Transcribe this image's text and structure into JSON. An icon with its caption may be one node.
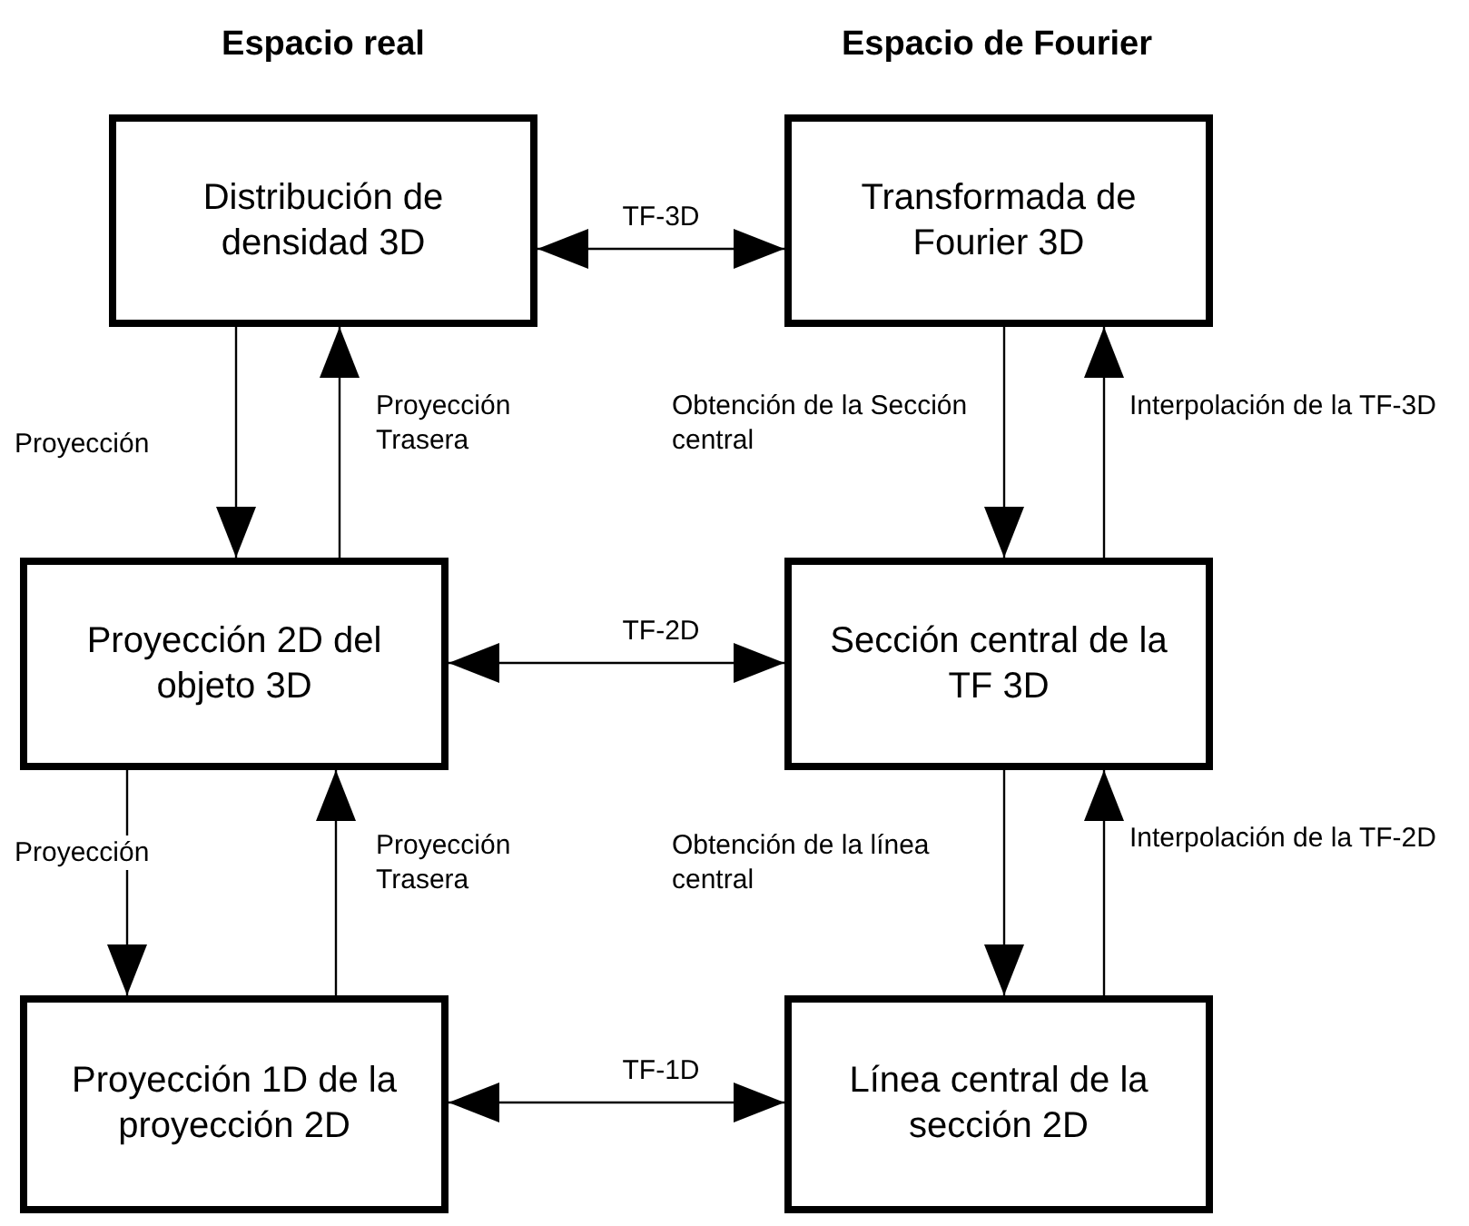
{
  "diagram": {
    "nodes": [
      {
        "text": [
          "Distribución de densidad 3D"
        ]
      },
      {
        "text": [
          "Transformada de Fourier 3D"
        ]
      },
      {
        "text": [
          "Proyección 2D del objeto 3D"
        ]
      },
      {
        "text": [
          "Sección central de la TF 3D"
        ]
      },
      {
        "text": [
          "Proyección 1D de la proyección 2D"
        ]
      },
      {
        "text": [
          "Línea central de la sección 2D"
        ]
      }
    ],
    "edges": [
      {
        "from": 0,
        "to": 1,
        "arrow": "both",
        "label": "TF-3D"
      },
      {
        "from": 0,
        "to": 2,
        "arrow": "to",
        "label": "Proyección"
      },
      {
        "from": 2,
        "to": 0,
        "arrow": "to",
        "label": "Proyección Trasera"
      },
      {
        "from": 2,
        "to": 3,
        "arrow": "both",
        "label": "TF-2D"
      },
      {
        "from": 1,
        "to": 3,
        "arrow": "to",
        "label": "Obtención de la Sección central"
      },
      {
        "from": 3,
        "to": 1,
        "arrow": "to",
        "label": "Interpolación de la TF-3D"
      },
      {
        "from": 2,
        "to": 4,
        "arrow": "to",
        "label": "Proyección"
      },
      {
        "from": 4,
        "to": 2,
        "arrow": "to",
        "label": "Proyección Trasera"
      },
      {
        "from": 3,
        "to": 5,
        "arrow": "to",
        "label": "Obtención de la línea central"
      },
      {
        "from": 5,
        "to": 3,
        "arrow": "to",
        "label": "Interpolación de la TF-2D"
      },
      {
        "from": 4,
        "to": 5,
        "arrow": "both",
        "label": "TF-1D"
      }
    ],
    "labels": [
      "Espacio real",
      "Espacio de Fourier"
    ]
  }
}
